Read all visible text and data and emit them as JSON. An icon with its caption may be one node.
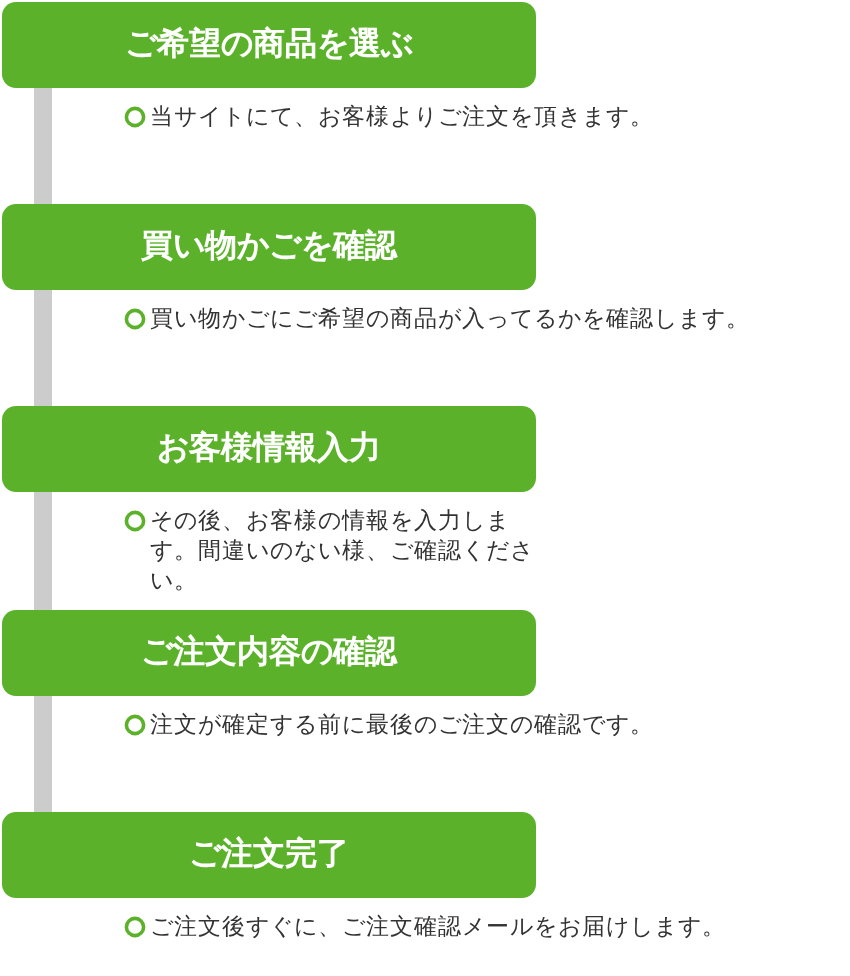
{
  "diagram": {
    "nodes": [
      {
        "text": [
          "ご希望の商品を選ぶ"
        ],
        "beside": [
          "当サイトにて、お客様よりご注文を頂きます。"
        ]
      },
      {
        "text": [
          "買い物かごを確認"
        ],
        "beside": [
          "買い物かごにご希望の商品が入ってるかを確認します。"
        ]
      },
      {
        "text": [
          "お客様情報入力"
        ],
        "beside": [
          "その後、お客様の情報を入力します。間違いのない様、ご確認ください。"
        ]
      },
      {
        "text": [
          "ご注文内容の確認"
        ],
        "beside": [
          "注文が確定する前に最後のご注文の確認です。"
        ]
      },
      {
        "text": [
          "ご注文完了"
        ],
        "beside": [
          "ご注文後すぐに、ご注文確認メールをお届けします。"
        ]
      }
    ],
    "edges": [
      {
        "from": 0,
        "to": 1,
        "arrow": "none"
      },
      {
        "from": 1,
        "to": 2,
        "arrow": "none"
      },
      {
        "from": 2,
        "to": 3,
        "arrow": "none"
      },
      {
        "from": 3,
        "to": 4,
        "arrow": "none"
      }
    ]
  }
}
